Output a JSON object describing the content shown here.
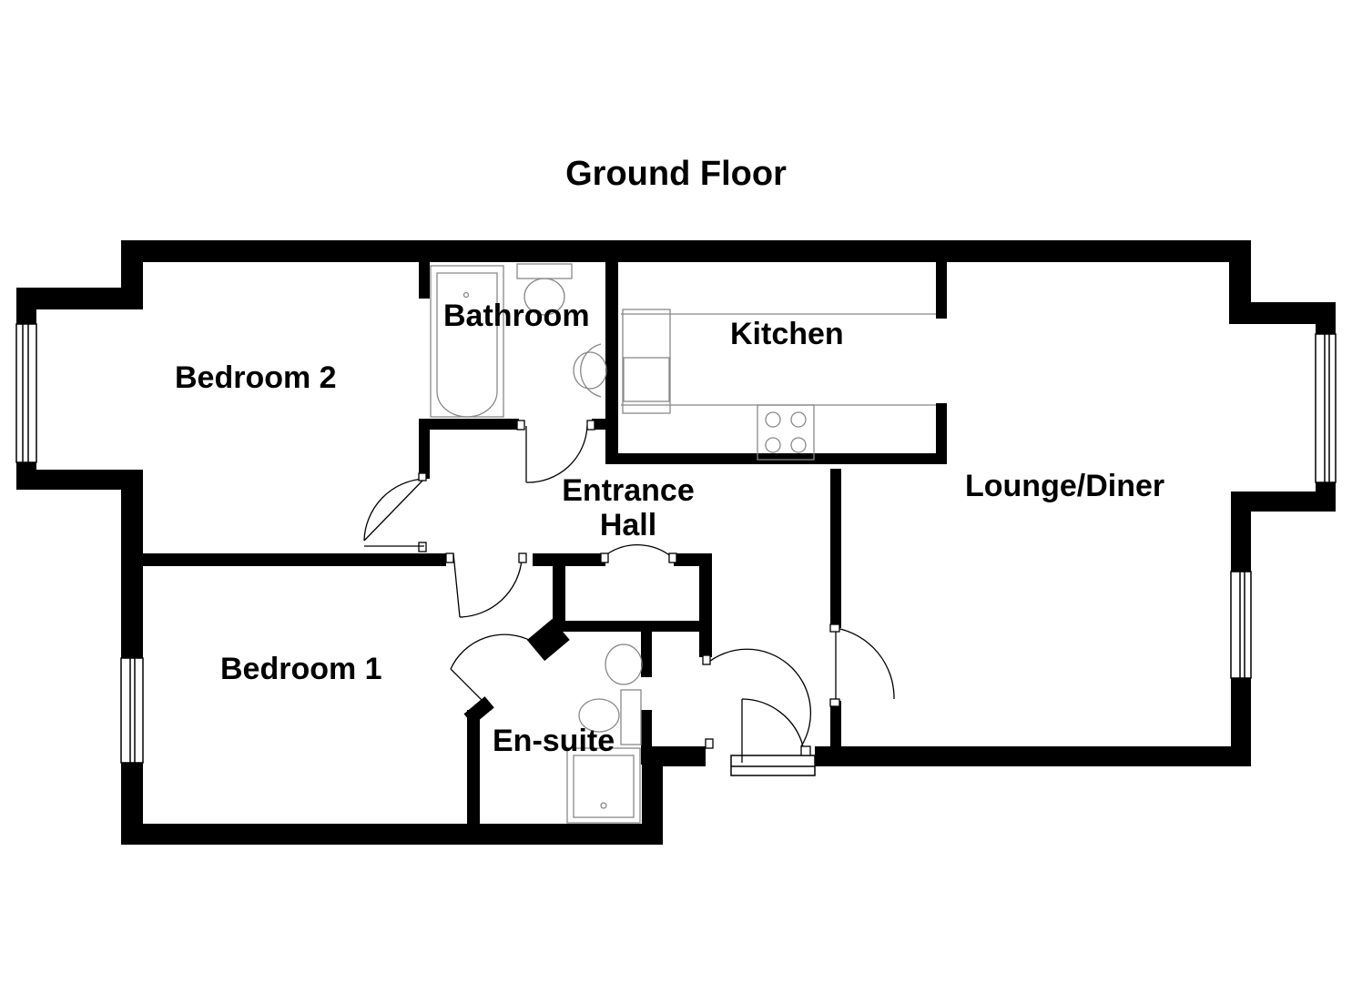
{
  "plan": {
    "title": "Ground Floor",
    "rooms": {
      "bedroom2": "Bedroom 2",
      "bathroom": "Bathroom",
      "kitchen": "Kitchen",
      "lounge": "Lounge/Diner",
      "entrance_line1": "Entrance",
      "entrance_line2": "Hall",
      "bedroom1": "Bedroom 1",
      "ensuite": "En-suite"
    }
  },
  "colors": {
    "wall": "#000000",
    "fixture": "#888888",
    "background": "#ffffff"
  }
}
